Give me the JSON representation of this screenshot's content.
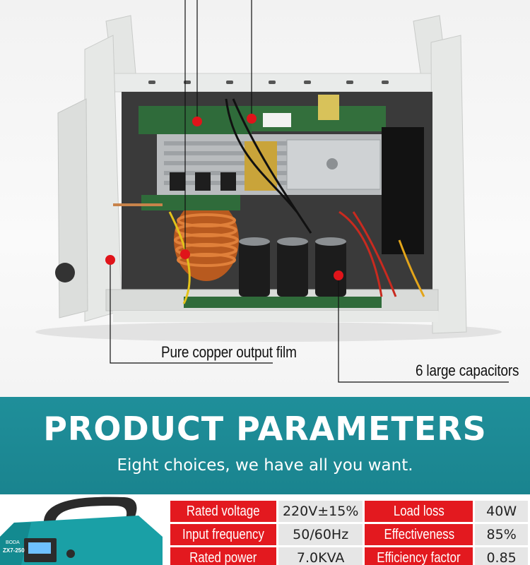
{
  "callouts": {
    "copper": "Pure copper output film",
    "capacitors": "6 large capacitors"
  },
  "banner": {
    "title": "PRODUCT PARAMETERS",
    "subtitle": "Eight choices, we have all you want."
  },
  "parameters": [
    {
      "label": "Rated voltage",
      "value": "220V±15%"
    },
    {
      "label": "Load loss",
      "value": "40W"
    },
    {
      "label": "Input frequency",
      "value": "50/60Hz"
    },
    {
      "label": "Effectiveness",
      "value": "85%"
    },
    {
      "label": "Rated power",
      "value": "7.0KVA"
    },
    {
      "label": "Efficiency factor",
      "value": "0.85"
    }
  ],
  "machine": {
    "brand": "BODA",
    "model": "ZX7-250"
  },
  "colors": {
    "banner": "#1f8f9a",
    "label_cell": "#e3191f",
    "value_cell": "#e6e6e6",
    "callout_dot": "#e0141a"
  }
}
